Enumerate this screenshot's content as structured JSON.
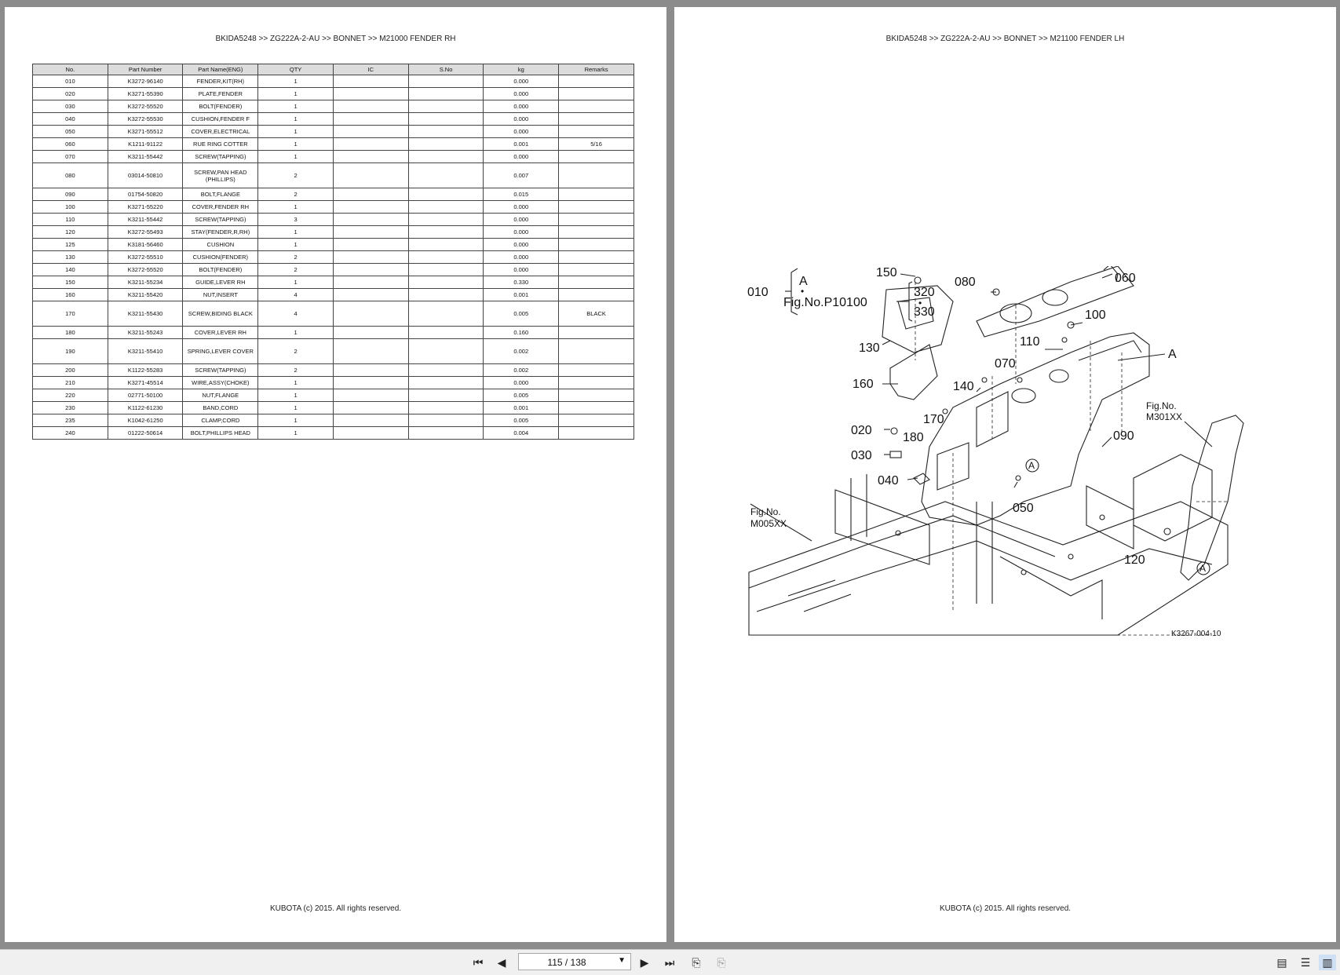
{
  "left_page": {
    "header": "BKIDA5248 >> ZG222A-2-AU >> BONNET >> M21000   FENDER RH",
    "footer": "KUBOTA (c) 2015. All rights reserved.",
    "columns": [
      "No.",
      "Part Number",
      "Part Name(ENG)",
      "QTY",
      "IC",
      "S.No",
      "kg",
      "Remarks"
    ],
    "rows": [
      {
        "no": "010",
        "part": "K3272-96140",
        "name": "FENDER,KIT(RH)",
        "qty": "1",
        "ic": "",
        "sno": "",
        "kg": "0.000",
        "remarks": ""
      },
      {
        "no": "020",
        "part": "K3271-55390",
        "name": "PLATE,FENDER",
        "qty": "1",
        "ic": "",
        "sno": "",
        "kg": "0.000",
        "remarks": ""
      },
      {
        "no": "030",
        "part": "K3272-55520",
        "name": "BOLT(FENDER)",
        "qty": "1",
        "ic": "",
        "sno": "",
        "kg": "0.000",
        "remarks": ""
      },
      {
        "no": "040",
        "part": "K3272-55530",
        "name": "CUSHION,FENDER F",
        "qty": "1",
        "ic": "",
        "sno": "",
        "kg": "0.000",
        "remarks": ""
      },
      {
        "no": "050",
        "part": "K3271-55512",
        "name": "COVER,ELECTRICAL",
        "qty": "1",
        "ic": "",
        "sno": "",
        "kg": "0.000",
        "remarks": ""
      },
      {
        "no": "060",
        "part": "K1211-91122",
        "name": "RUE RING COTTER",
        "qty": "1",
        "ic": "",
        "sno": "",
        "kg": "0.001",
        "remarks": "5/16"
      },
      {
        "no": "070",
        "part": "K3211-55442",
        "name": "SCREW(TAPPING)",
        "qty": "1",
        "ic": "",
        "sno": "",
        "kg": "0.000",
        "remarks": ""
      },
      {
        "no": "080",
        "part": "03014-50810",
        "name": "SCREW,PAN HEAD (PHILLIPS)",
        "qty": "2",
        "ic": "",
        "sno": "",
        "kg": "0.007",
        "remarks": "",
        "tall": true
      },
      {
        "no": "090",
        "part": "01754-50820",
        "name": "BOLT,FLANGE",
        "qty": "2",
        "ic": "",
        "sno": "",
        "kg": "0.015",
        "remarks": ""
      },
      {
        "no": "100",
        "part": "K3271-55220",
        "name": "COVER,FENDER RH",
        "qty": "1",
        "ic": "",
        "sno": "",
        "kg": "0.000",
        "remarks": ""
      },
      {
        "no": "110",
        "part": "K3211-55442",
        "name": "SCREW(TAPPING)",
        "qty": "3",
        "ic": "",
        "sno": "",
        "kg": "0.000",
        "remarks": ""
      },
      {
        "no": "120",
        "part": "K3272-55493",
        "name": "STAY(FENDER,R,RH)",
        "qty": "1",
        "ic": "",
        "sno": "",
        "kg": "0.000",
        "remarks": ""
      },
      {
        "no": "125",
        "part": "K3181-56460",
        "name": "CUSHION",
        "qty": "1",
        "ic": "",
        "sno": "",
        "kg": "0.000",
        "remarks": ""
      },
      {
        "no": "130",
        "part": "K3272-55510",
        "name": "CUSHION(FENDER)",
        "qty": "2",
        "ic": "",
        "sno": "",
        "kg": "0.000",
        "remarks": ""
      },
      {
        "no": "140",
        "part": "K3272-55520",
        "name": "BOLT(FENDER)",
        "qty": "2",
        "ic": "",
        "sno": "",
        "kg": "0.000",
        "remarks": ""
      },
      {
        "no": "150",
        "part": "K3211-55234",
        "name": "GUIDE,LEVER RH",
        "qty": "1",
        "ic": "",
        "sno": "",
        "kg": "0.330",
        "remarks": ""
      },
      {
        "no": "160",
        "part": "K3211-55420",
        "name": "NUT,INSERT",
        "qty": "4",
        "ic": "",
        "sno": "",
        "kg": "0.001",
        "remarks": ""
      },
      {
        "no": "170",
        "part": "K3211-55430",
        "name": "SCREW,BIDING BLACK",
        "qty": "4",
        "ic": "",
        "sno": "",
        "kg": "0.005",
        "remarks": "BLACK",
        "tall": true
      },
      {
        "no": "180",
        "part": "K3211-55243",
        "name": "COVER,LEVER RH",
        "qty": "1",
        "ic": "",
        "sno": "",
        "kg": "0.160",
        "remarks": ""
      },
      {
        "no": "190",
        "part": "K3211-55410",
        "name": "SPRING,LEVER COVER",
        "qty": "2",
        "ic": "",
        "sno": "",
        "kg": "0.002",
        "remarks": "",
        "tall": true
      },
      {
        "no": "200",
        "part": "K1122-55283",
        "name": "SCREW(TAPPING)",
        "qty": "2",
        "ic": "",
        "sno": "",
        "kg": "0.002",
        "remarks": ""
      },
      {
        "no": "210",
        "part": "K3271-45514",
        "name": "WIRE,ASSY(CHOKE)",
        "qty": "1",
        "ic": "",
        "sno": "",
        "kg": "0.000",
        "remarks": ""
      },
      {
        "no": "220",
        "part": "02771-50100",
        "name": "NUT,FLANGE",
        "qty": "1",
        "ic": "",
        "sno": "",
        "kg": "0.005",
        "remarks": ""
      },
      {
        "no": "230",
        "part": "K1122-61230",
        "name": "BAND,CORD",
        "qty": "1",
        "ic": "",
        "sno": "",
        "kg": "0.001",
        "remarks": ""
      },
      {
        "no": "235",
        "part": "K1042-61250",
        "name": "CLAMP,CORD",
        "qty": "1",
        "ic": "",
        "sno": "",
        "kg": "0.005",
        "remarks": ""
      },
      {
        "no": "240",
        "part": "01222-50614",
        "name": "BOLT,PHILLIPS HEAD",
        "qty": "1",
        "ic": "",
        "sno": "",
        "kg": "0.004",
        "remarks": ""
      }
    ]
  },
  "right_page": {
    "header": "BKIDA5248 >> ZG222A-2-AU >> BONNET >> M21100   FENDER LH",
    "footer": "KUBOTA (c) 2015. All rights reserved.",
    "diagram": {
      "labels": {
        "p010": "010",
        "p020": "020",
        "p030": "030",
        "p040": "040",
        "p050": "050",
        "p060": "060",
        "p070": "070",
        "p080": "080",
        "p090": "090",
        "p100": "100",
        "p110": "110",
        "p120": "120",
        "p130": "130",
        "p140": "140",
        "p150": "150",
        "p160": "160",
        "p170": "170",
        "p180": "180",
        "p320": "320",
        "p330": "330"
      },
      "ref_a": "A",
      "fig_ref_main": "Fig.No.P10100",
      "fig_no": "Fig.No.",
      "fig_ref_m005": "M005XX",
      "fig_ref_m301": "M301XX",
      "drawing_code": "K3267-004-10",
      "dot": "•"
    }
  },
  "toolbar": {
    "page_indicator": "115 / 138",
    "first_icon": "first-page-icon",
    "prev_icon": "previous-page-icon",
    "next_icon": "next-page-icon",
    "last_icon": "last-page-icon",
    "view_icons": [
      "single-page-view-icon",
      "continuous-view-icon",
      "two-page-view-icon"
    ]
  }
}
